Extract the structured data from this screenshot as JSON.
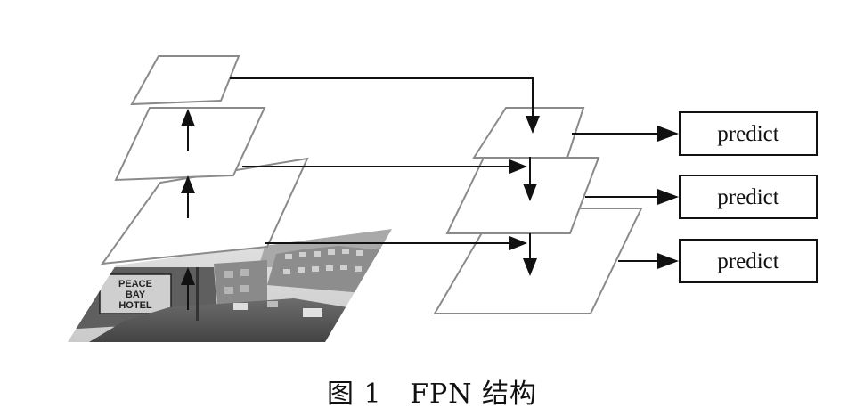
{
  "predict_boxes": [
    {
      "label": "predict"
    },
    {
      "label": "predict"
    },
    {
      "label": "predict"
    }
  ],
  "caption": "图 1   FPN 结构",
  "input_image": {
    "description_text": "PEACE BAY HOTEL"
  },
  "colors": {
    "plane_stroke": "#8a8a8a",
    "arrow": "#111111",
    "photo_sky": "#d9d9d9",
    "photo_building": "#7a7a7a"
  }
}
